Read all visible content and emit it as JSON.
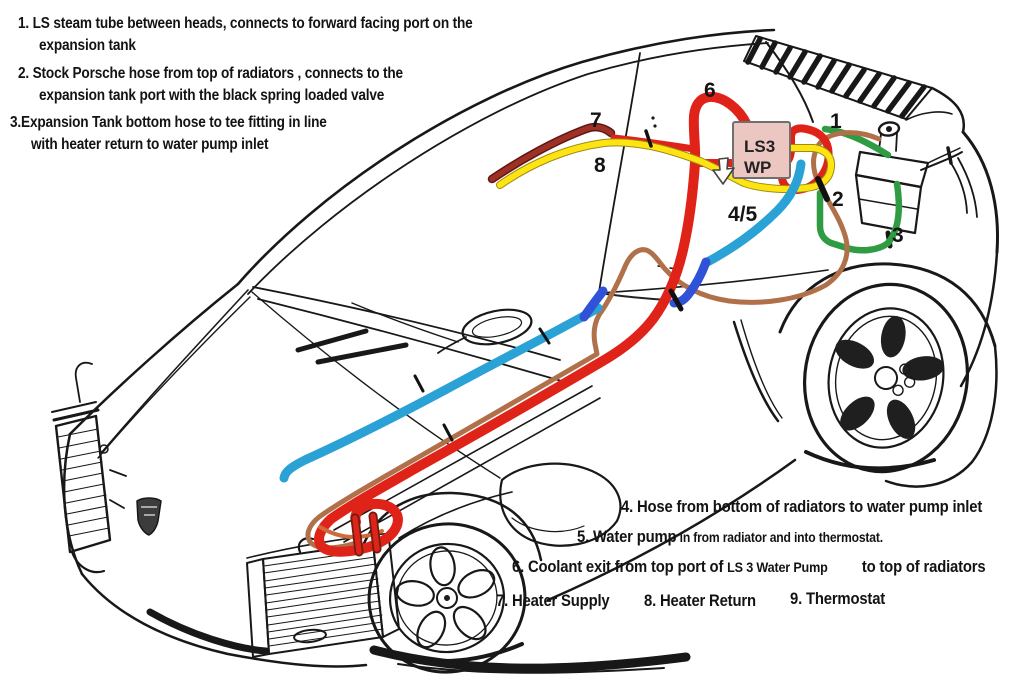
{
  "legend_top": {
    "item1_line1": "1. LS steam tube between heads, connects to forward facing port on the",
    "item1_line2": "expansion tank",
    "item2_line1": "2. Stock Porsche hose from top of radiators , connects to the",
    "item2_line2": "expansion tank port with the black spring loaded valve",
    "item3_line1": "3.Expansion Tank bottom hose to tee fitting in line",
    "item3_line2": "with heater return to water pump inlet"
  },
  "legend_bottom": {
    "item4": "4. Hose from bottom of radiators to water pump inlet",
    "item5_big": "5. Water pump",
    "item5_small": " in from radiator and into thermostat.",
    "item6_big": "6. Coolant exit from top port of ",
    "item6_mid": "LS 3 Water Pump",
    "item6_tail": "to top of radiators",
    "item7": "7. Heater Supply",
    "item8": "8. Heater Return",
    "item9": "9. Thermostat"
  },
  "callouts": {
    "c1": "1",
    "c2": "2",
    "c3": "3",
    "c45": "4/5",
    "c6": "6",
    "c7": "7",
    "c8": "8"
  },
  "wp_box": {
    "line1": "LS3",
    "line2": "WP"
  },
  "colors": {
    "red": "#e02318",
    "maroon": "#9d3126",
    "yellow": "#ffe411",
    "cyan": "#2aa2d6",
    "blue": "#3052d8",
    "green": "#2f9b43",
    "brown": "#b0714a",
    "box_fill": "#ecc7c2",
    "box_border": "#6f6f6f"
  }
}
